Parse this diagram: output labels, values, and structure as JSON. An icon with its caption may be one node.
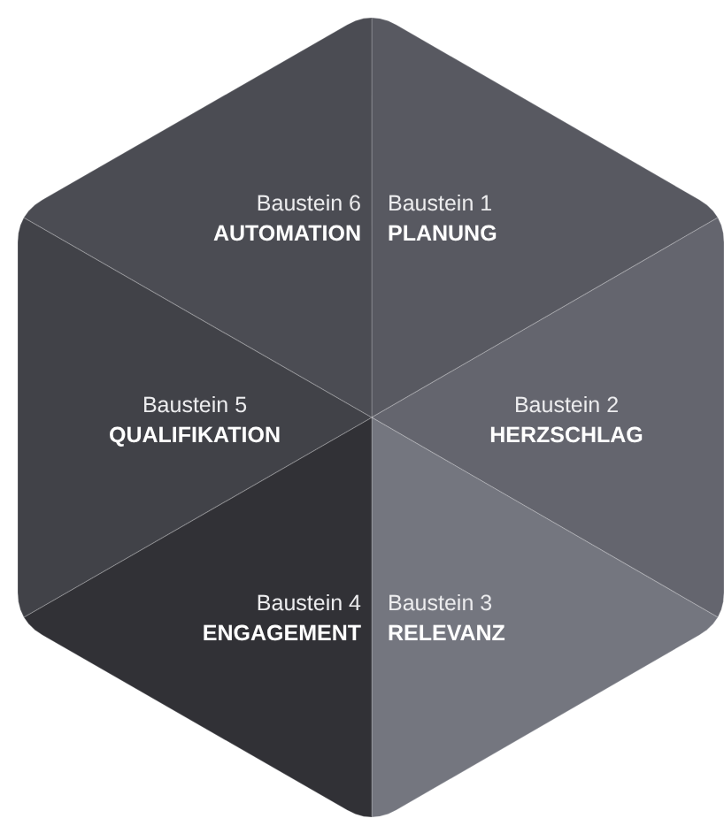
{
  "diagram": {
    "nodes": [
      {
        "text": [
          "Baustein 1",
          "PLANUNG"
        ]
      },
      {
        "text": [
          "Baustein 2",
          "HERZSCHLAG"
        ]
      },
      {
        "text": [
          "Baustein 3",
          "RELEVANZ"
        ]
      },
      {
        "text": [
          "Baustein 4",
          "ENGAGEMENT"
        ]
      },
      {
        "text": [
          "Baustein 5",
          "QUALIFIKATION"
        ]
      },
      {
        "text": [
          "Baustein 6",
          "AUTOMATION"
        ]
      }
    ]
  }
}
